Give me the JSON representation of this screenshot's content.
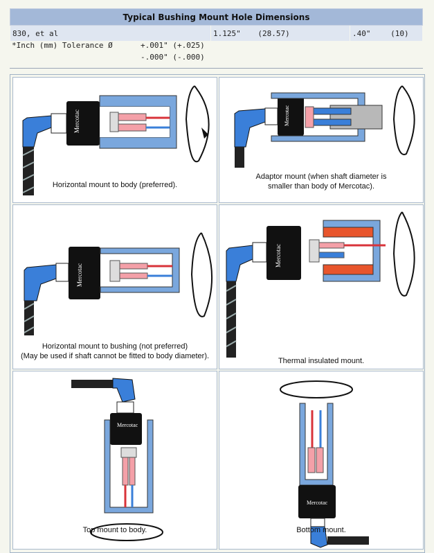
{
  "table": {
    "title": "Typical Bushing Mount Hole Dimensions",
    "row": {
      "model": "830, et al",
      "inch": "1.125\"",
      "mm": "(28.57)",
      "depth": ".40\"",
      "depth_mm": "(10)"
    },
    "tolerance_label": "*Inch (mm) Tolerance Ø",
    "tolerance_plus": "+.001\" (+.025)",
    "tolerance_minus": "-.000\" (-.000)"
  },
  "figures": [
    {
      "caption": [
        "Horizontal mount to body (preferred)."
      ]
    },
    {
      "caption": [
        "Adaptor mount (when shaft diameter is",
        "smaller than body of Mercotac)."
      ]
    },
    {
      "caption": [
        "Horizontal mount to bushing (not preferred)",
        "(May be used if shaft cannot be fitted to body diameter)."
      ]
    },
    {
      "caption": [
        "Thermal insulated mount."
      ]
    },
    {
      "caption": [
        "Top mount to body."
      ]
    },
    {
      "caption": [
        "Bottom mount."
      ]
    }
  ],
  "brand_mark": "Mercotac",
  "colors": {
    "shaft": "#5b93d6",
    "body": "#111111",
    "insulation": "#e8552c",
    "wire_red": "#d8333a",
    "connector_pink": "#f4a0a8"
  }
}
